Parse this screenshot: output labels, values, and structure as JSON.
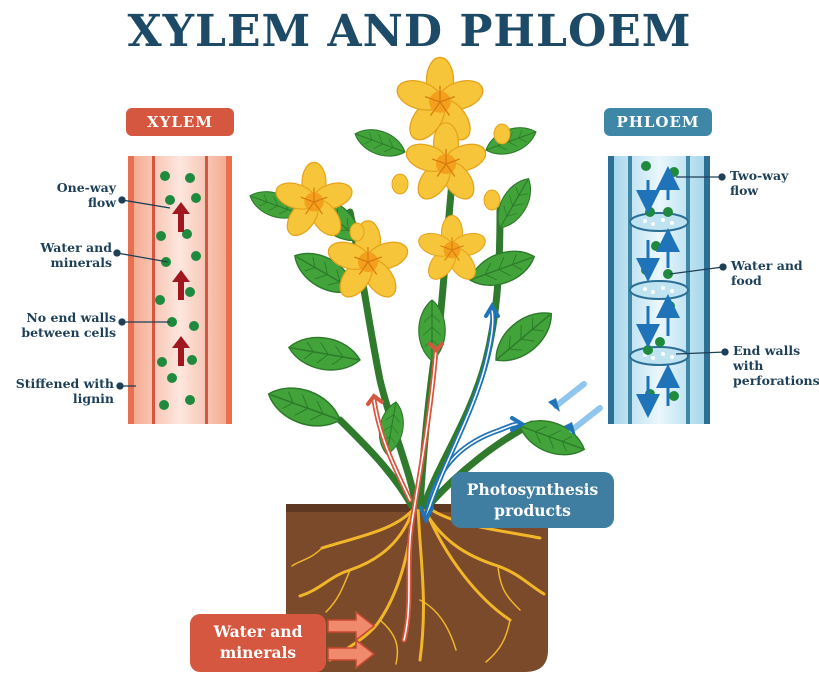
{
  "title": "XYLEM AND PHLOEM",
  "xylem": {
    "tag": "XYLEM",
    "labels": {
      "one_way_1": "One-way",
      "one_way_2": "flow",
      "water_1": "Water and",
      "water_2": "minerals",
      "noend_1": "No end walls",
      "noend_2": "between cells",
      "lignin_1": "Stiffened with",
      "lignin_2": "lignin"
    }
  },
  "phloem": {
    "tag": "PHLOEM",
    "labels": {
      "two_way_1": "Two-way",
      "two_way_2": "flow",
      "food_1": "Water and",
      "food_2": "food",
      "end_1": "End walls",
      "end_2": "with",
      "end_3": "perforations"
    }
  },
  "callouts": {
    "photosynthesis_1": "Photosynthesis",
    "photosynthesis_2": "products",
    "water_1": "Water and",
    "water_2": "minerals"
  },
  "colors": {
    "title": "#1d4a66",
    "xylem_accent": "#d5573f",
    "phloem_accent": "#3f87a6",
    "soil": "#7a4a2a",
    "leaf": "#3f9b3a",
    "petal": "#f6c53a"
  }
}
